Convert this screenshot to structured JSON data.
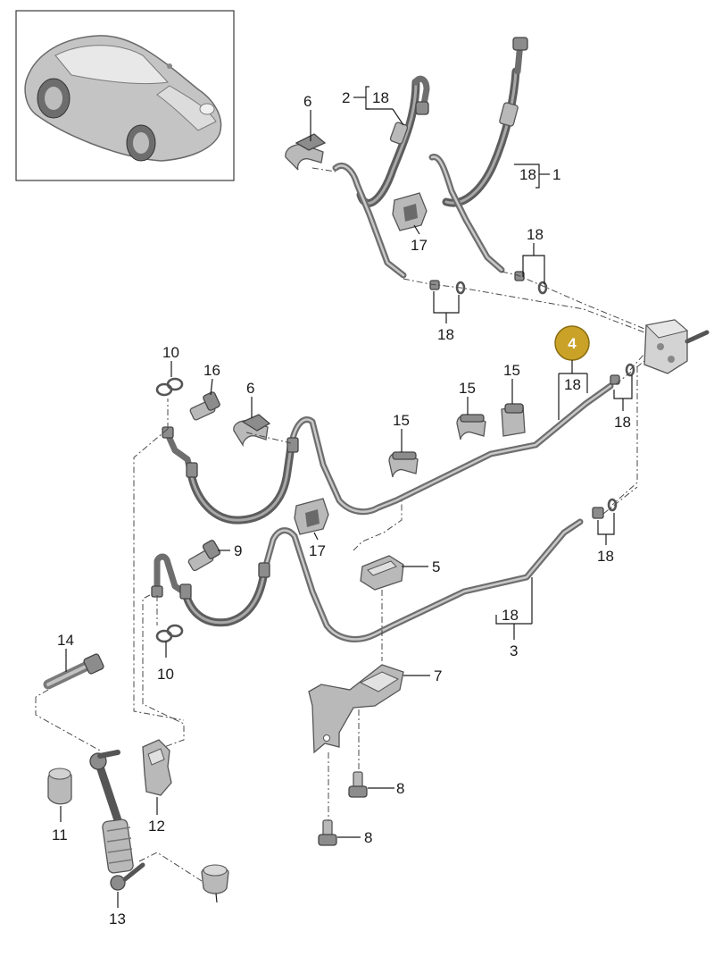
{
  "diagram": {
    "highlight_color": "#c9a227",
    "labels": {
      "p1": "1",
      "p2": "2",
      "p3": "3",
      "p4": "4",
      "p5": "5",
      "p6a": "6",
      "p6b": "6",
      "p7": "7",
      "p8a": "8",
      "p8b": "8",
      "p9": "9",
      "p10a": "10",
      "p10b": "10",
      "p11": "11",
      "p12": "12",
      "p13": "13",
      "p14": "14",
      "p15a": "15",
      "p15b": "15",
      "p15c": "15",
      "p16": "16",
      "p17a": "17",
      "p17b": "17",
      "b18_1": "18",
      "b18_2": "18",
      "b18_3": "18",
      "b18_4": "18",
      "p18a": "18",
      "p18b": "18",
      "p18c": "18",
      "p18d": "18"
    },
    "thumbnail_icon": "car-thumbnail-icon"
  }
}
